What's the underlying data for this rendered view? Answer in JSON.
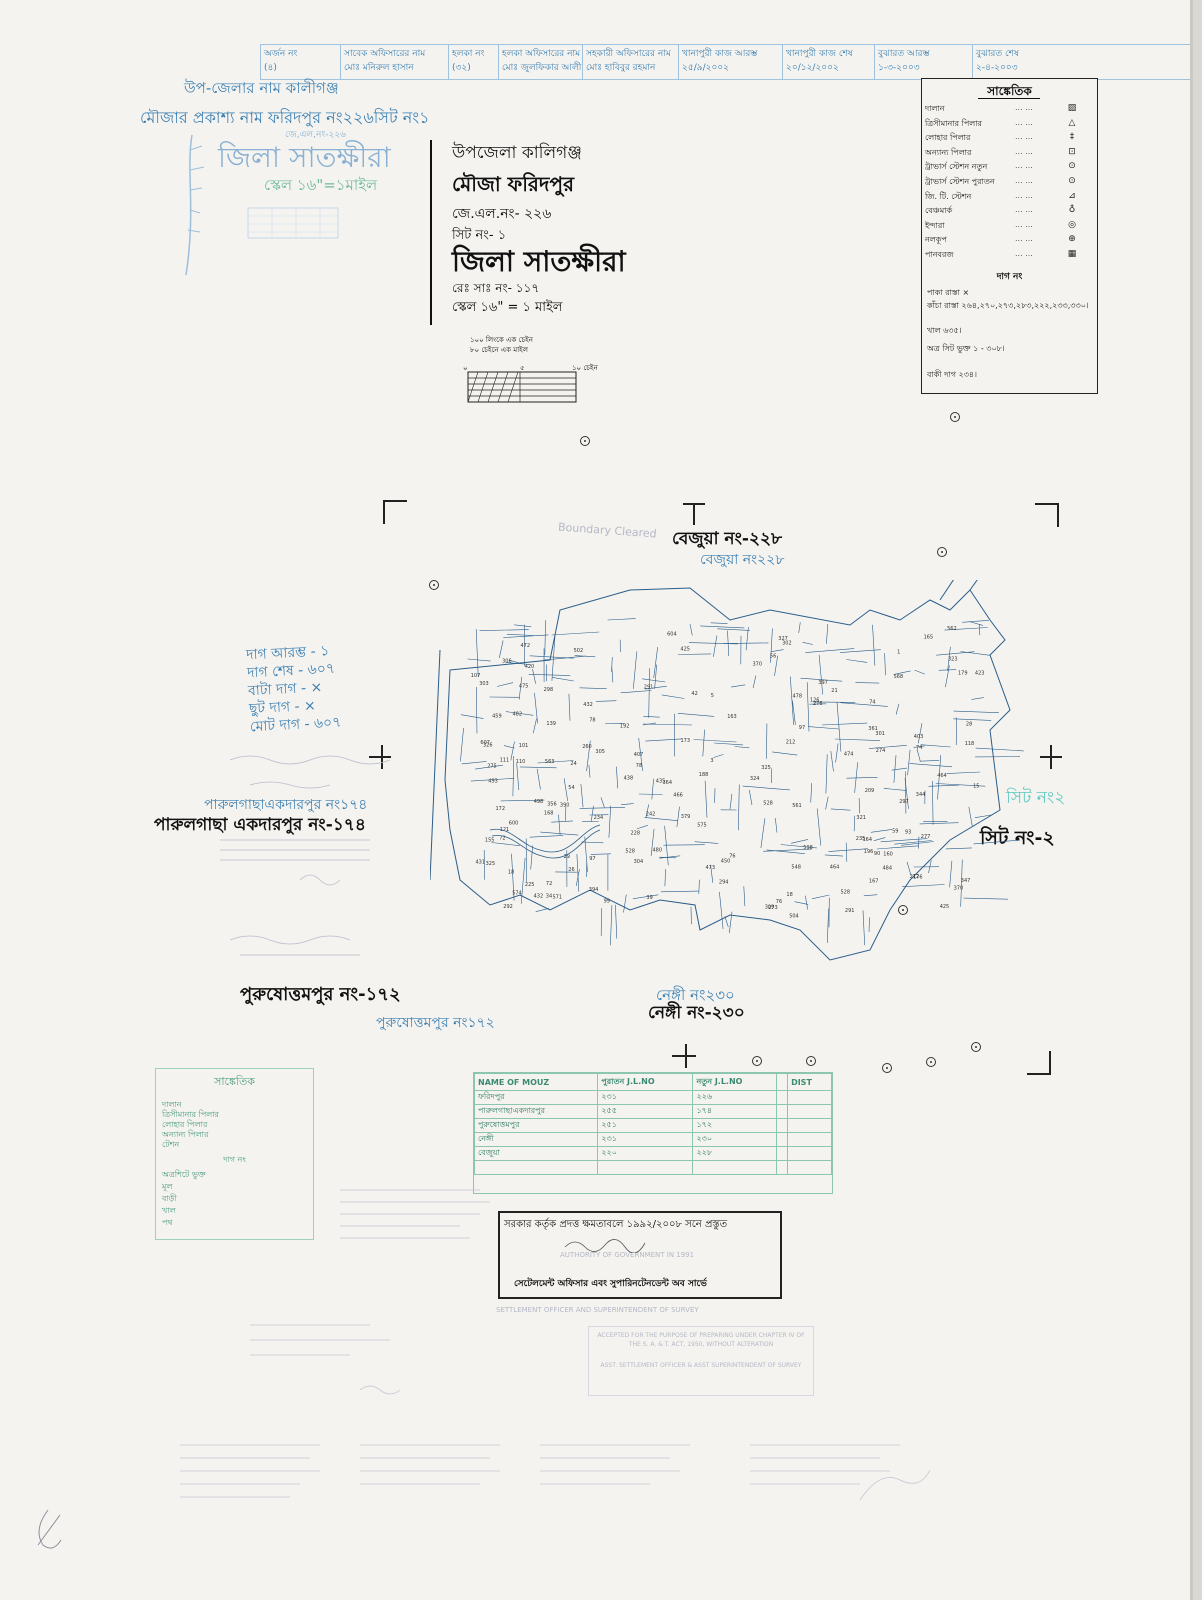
{
  "header_strip": {
    "cells": [
      {
        "top": "অর্জন নং",
        "bottom": "(৪)"
      },
      {
        "top": "সাবেক অফিসারের নাম",
        "bottom": "মোঃ মনিরুল হাসান"
      },
      {
        "top": "হলকা নং",
        "bottom": "(৩২)"
      },
      {
        "top": "হলকা অফিসারের নাম",
        "bottom": "মোঃ জুলফিকার আলী"
      },
      {
        "top": "সহকারী অফিসারের নাম",
        "bottom": "মোঃ হাবিবুর রহমান"
      },
      {
        "top": "খানাপুরী কাজ আরম্ভ",
        "bottom": "২৫/৯/২০০২"
      },
      {
        "top": "খানাপুরী কাজ শেষ",
        "bottom": "২০/১২/২০০২"
      },
      {
        "top": "বুঝারত আরম্ভ",
        "bottom": "১-৩-২০০৩"
      },
      {
        "top": "বুঝারত শেষ",
        "bottom": "২-৪-২০০৩"
      }
    ]
  },
  "handwritten_top_left": {
    "upazila_line": "উপ-জেলার নাম কালীগঞ্জ",
    "mouza_line": "মৌজার প্রকাশ্য নাম ফরিদপুর নং২২৬সিট নং১",
    "jl_line": "জে,এল,নং-২২৬",
    "district": "জিলা সাতক্ষীরা",
    "scale": "স্কেল ১৬\"=১মাইল"
  },
  "title_block": {
    "upazila": "উপজেলা কালিগঞ্জ",
    "mouza": "মৌজা ফরিদপুর",
    "jl_no": "জে.এল.নং- ২২৬",
    "sheet_no": "সিট নং- ১",
    "district": "জিলা সাতক্ষীরা",
    "reg_no": "রেঃ সাঃ নং- ১১৭",
    "scale": "স্কেল ১৬\" = ১ মাইল",
    "chain_note_1": "১০০ লিংকে এক চেইন",
    "chain_note_2": "৮০ চেইনে এক মাইল",
    "chain_scale_end": "১০ চেইন",
    "chain_scale_mid": "৫",
    "chain_scale_left": "০"
  },
  "legend": {
    "title": "সাঙ্কেতিক",
    "items": [
      {
        "label": "দালান",
        "symbol": "▨"
      },
      {
        "label": "ত্রিসীমানার পিলার",
        "symbol": "△"
      },
      {
        "label": "লোহার পিলার",
        "symbol": "‡"
      },
      {
        "label": "অন্যান্য পিলার",
        "symbol": "⊡"
      },
      {
        "label": "ট্রাভার্স স্টেশন নতুন",
        "symbol": "⊙"
      },
      {
        "label": "ট্রাভার্স স্টেশন পুরাতন",
        "symbol": "⊙"
      },
      {
        "label": "জি. টি. স্টেশন",
        "symbol": "⊿"
      },
      {
        "label": "বেঞ্চমার্ক",
        "symbol": "♁"
      },
      {
        "label": "ইন্দারা",
        "symbol": "◎"
      },
      {
        "label": "নলকূপ",
        "symbol": "⊕"
      },
      {
        "label": "পানবরজ",
        "symbol": "▦"
      }
    ],
    "dag_title": "দাগ নং",
    "paka_rasta": "পাকা রাস্তা  ×",
    "kacha_rasta": "কাঁচা রাস্তা  ২৬৪,২৭০,২৭৩,২৮৩,২২২,২৩৩,৩৩০।",
    "khal": "খাল  ৬৩৫।",
    "other_sheet": "অত্র সিট ভুক্ত  ১ - ৩০৮।",
    "baki_dag": "বাকী দাগ  ২৩৪।"
  },
  "adjacent_mouzas": {
    "north_print": "বেজুয়া নং-২২৮",
    "north_hand": "বেজুয়া নং২২৮",
    "north_faint": "Boundary Cleared",
    "west_print": "পারুলগাছা একদারপুর নং-১৭৪",
    "west_hand": "পারুলগাছাএকদারপুর নং১৭৪",
    "east_print": "সিট নং-২",
    "east_hand": "সিট নং২",
    "south_print": "নেঙ্গী নং-২৩০",
    "south_hand": "নেঙ্গী নং২৩০",
    "southwest_print": "পুরুষোত্তমপুর নং-১৭২",
    "southwest_hand": "পুরুষোত্তমপুর নং১৭২"
  },
  "dag_summary": {
    "start": "দাগ আরম্ভ - ১",
    "end": "দাগ শেষ - ৬০৭",
    "baki": "বাটা দাগ - ×",
    "chut": "ছুট দাগ - ×",
    "total": "মোট দাগ - ৬০৭"
  },
  "mouza_table": {
    "headers": [
      "NAME OF MOUZ",
      "পুরাতন J.L.NO",
      "নতুন J.L.NO",
      "",
      "DIST"
    ],
    "rows": [
      [
        "ফরিদপুর",
        "২৩১",
        "২২৬",
        "",
        ""
      ],
      [
        "পারুলগাছাএকদারপুর",
        "২৫৫",
        "১৭৪",
        "",
        ""
      ],
      [
        "পুরুষোত্তমপুর",
        "২৫১",
        "১৭২",
        "",
        ""
      ],
      [
        "নেঙ্গী",
        "২৩১",
        "২৩০",
        "",
        ""
      ],
      [
        "বেজুয়া",
        "২২০",
        "২২৮",
        "",
        ""
      ]
    ]
  },
  "green_legend": {
    "title": "সাঙ্কেতিক",
    "rows": [
      "দালান",
      "ত্রিসীমানার পিলার",
      "লোহার পিলার",
      "অন্যান্য পিলার",
      "টেশন"
    ],
    "dag_title": "দাগ নং",
    "sub": [
      "অত্রশিটে ভুক্ত",
      "মূল",
      "বাড়ী",
      "খাল",
      "পথ"
    ]
  },
  "settlement_box": {
    "line1": "সরকার কর্তৃক প্রদত্ত ক্ষমতাবলে ১৯৯২/২০০৮ সনে প্রস্তুত",
    "line2": "সেটেলমেন্ট অফিসার এবং সুপারিনটেনডেন্ট অব সার্ভে",
    "faint1": "AUTHORITY OF GOVERNMENT IN 1991",
    "faint2": "SETTLEMENT OFFICER AND SUPERINTENDENT OF SURVEY",
    "faint3": "ACCEPTED FOR THE PURPOSE OF PREPARING UNDER CHAPTER IV OF THE S. A. & T. ACT, 1950, WITHOUT ALTERATION",
    "faint4": "ASST. SETTLEMENT OFFICER & ASST SUPERINTENDENT OF SURVEY"
  },
  "colors": {
    "paper": "#f4f3ef",
    "ink": "#111111",
    "blue_ink": "#3a7fb2",
    "green_ink": "#4a9b82",
    "parcel_line": "#2a5d8a"
  }
}
